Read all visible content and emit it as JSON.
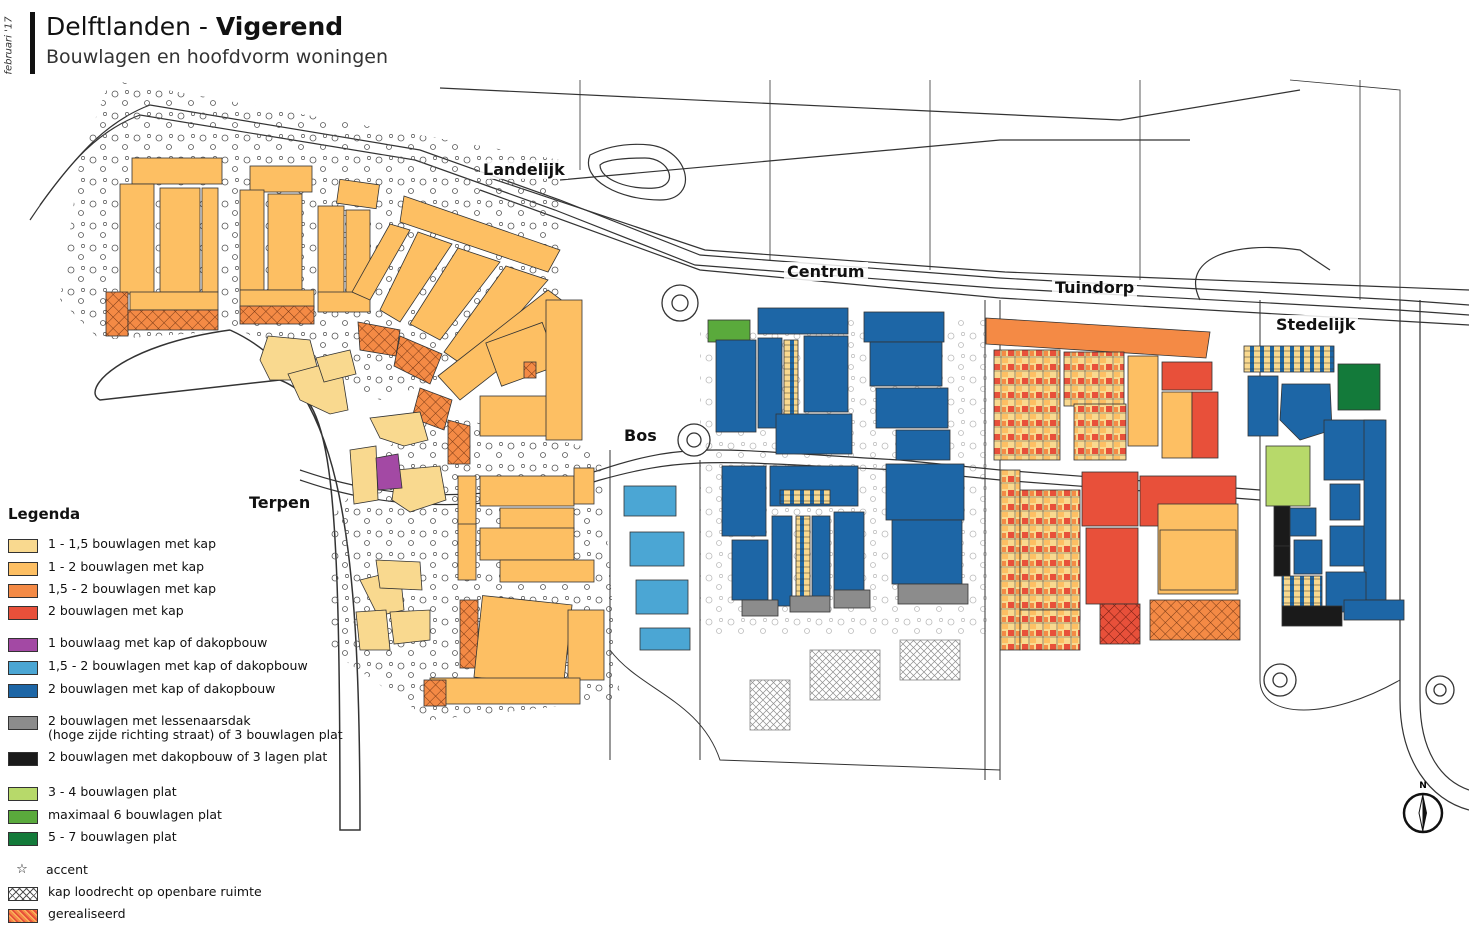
{
  "header": {
    "date": "februari '17",
    "title_a": "Delftlanden - ",
    "title_b": "Vigerend",
    "subtitle": "Bouwlagen en hoofdvorm woningen"
  },
  "districts": {
    "landelijk": "Landelijk",
    "centrum": "Centrum",
    "tuindorp": "Tuindorp",
    "stedelijk": "Stedelijk",
    "bos": "Bos",
    "terpen": "Terpen"
  },
  "legend": {
    "title": "Legenda",
    "items": [
      {
        "label": "1 - 1,5 bouwlagen met kap",
        "color": "#F9D98F"
      },
      {
        "label": "1 - 2 bouwlagen met kap",
        "color": "#FDBF63"
      },
      {
        "label": "1,5 - 2 bouwlagen met kap",
        "color": "#F48A45"
      },
      {
        "label": "2 bouwlagen met kap",
        "color": "#E8503A"
      },
      {
        "label": "1 bouwlaag met kap of dakopbouw",
        "color": "#A349A4"
      },
      {
        "label": "1,5 - 2 bouwlagen met kap of dakopbouw",
        "color": "#4BA6D4"
      },
      {
        "label": "2 bouwlagen met kap of dakopbouw",
        "color": "#1D66A6"
      },
      {
        "label": "2 bouwlagen met lessenaarsdak",
        "label2": "(hoge zijde richting straat) of 3 bouwlagen plat",
        "color": "#8C8C8C"
      },
      {
        "label": "2 bouwlagen met dakopbouw of 3 lagen plat",
        "color": "#1A1A1A"
      },
      {
        "label": "3 - 4 bouwlagen plat",
        "color": "#B7D96A"
      },
      {
        "label": "maximaal 6 bouwlagen plat",
        "color": "#5AAA3C"
      },
      {
        "label": "5 - 7 bouwlagen plat",
        "color": "#137A3A"
      },
      {
        "label": "accent",
        "icon": "star-icon"
      },
      {
        "label": "kap loodrecht op openbare ruimte",
        "icon": "crosshatch-swatch"
      },
      {
        "label": "gerealiseerd",
        "icon": "realised-hatch-swatch"
      }
    ]
  },
  "north": {
    "label": "N"
  },
  "colors": {
    "c1": "#F9D98F",
    "c2": "#FDBF63",
    "c3": "#F48A45",
    "c4": "#E8503A",
    "purple": "#A349A4",
    "lightblue": "#4BA6D4",
    "blue": "#1D66A6",
    "grey": "#8C8C8C",
    "black": "#1A1A1A",
    "lightgreen": "#B7D96A",
    "green": "#5AAA3C",
    "darkgreen": "#137A3A"
  }
}
